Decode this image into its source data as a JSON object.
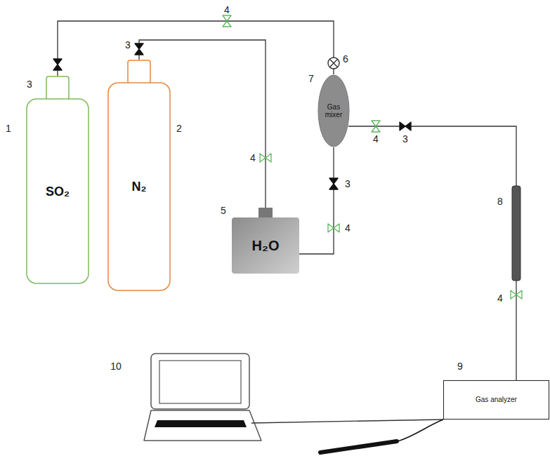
{
  "diagram": {
    "nodes": [
      {
        "text": [
          "SO₂"
        ]
      },
      {
        "text": [
          "N₂"
        ]
      },
      {
        "text": [
          "H₂O"
        ]
      },
      {
        "text": [
          "Gas mixer"
        ]
      },
      {
        "text": [
          "Gas analyzer"
        ]
      }
    ],
    "edges": [
      {
        "from": 0,
        "to": 3,
        "arrow": "none"
      },
      {
        "from": 1,
        "to": 2,
        "arrow": "none"
      },
      {
        "from": 2,
        "to": 3,
        "arrow": "none"
      },
      {
        "from": 3,
        "to": 4,
        "arrow": "none"
      }
    ],
    "labels": [
      "4",
      "1",
      "3",
      "2",
      "3",
      "6",
      "7",
      "4",
      "3",
      "5",
      "4",
      "4",
      "3",
      "8",
      "4",
      "9",
      "10"
    ]
  }
}
